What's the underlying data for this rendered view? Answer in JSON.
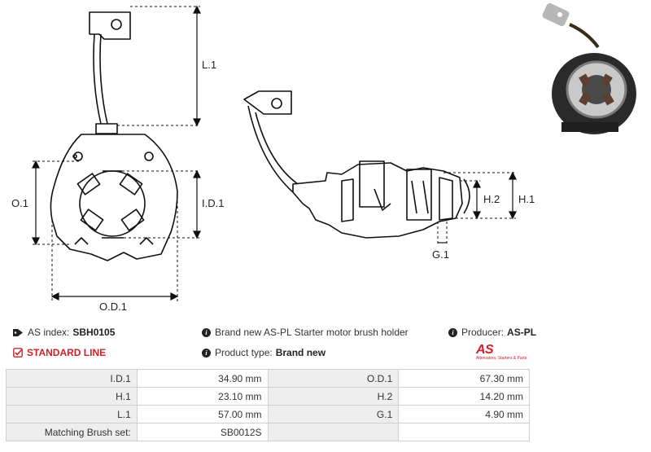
{
  "dimension_labels": {
    "l1": "L.1",
    "o1": "O.1",
    "id1": "I.D.1",
    "od1": "O.D.1",
    "h2": "H.2",
    "h1": "H.1",
    "g1": "G.1"
  },
  "info": {
    "as_index_label": "AS index:",
    "as_index_value": "SBH0105",
    "description": "Brand new AS-PL Starter motor brush holder",
    "producer_label": "Producer:",
    "producer_value": "AS-PL",
    "standard_line": "STANDARD LINE",
    "product_type_label": "Product type:",
    "product_type_value": "Brand new"
  },
  "logo": {
    "main": "AS",
    "sub": "Alternators, Starters & Parts"
  },
  "specs": [
    {
      "label": "I.D.1",
      "value": "34.90 mm",
      "label2": "O.D.1",
      "value2": "67.30 mm"
    },
    {
      "label": "H.1",
      "value": "23.10 mm",
      "label2": "H.2",
      "value2": "14.20 mm"
    },
    {
      "label": "L.1",
      "value": "57.00 mm",
      "label2": "G.1",
      "value2": "4.90 mm"
    },
    {
      "label": "Matching Brush set:",
      "value": "SB0012S",
      "label2": "",
      "value2": ""
    }
  ],
  "colors": {
    "accent": "#d0202a",
    "label_bg": "#eeeeee",
    "border": "#cfcfcf"
  }
}
